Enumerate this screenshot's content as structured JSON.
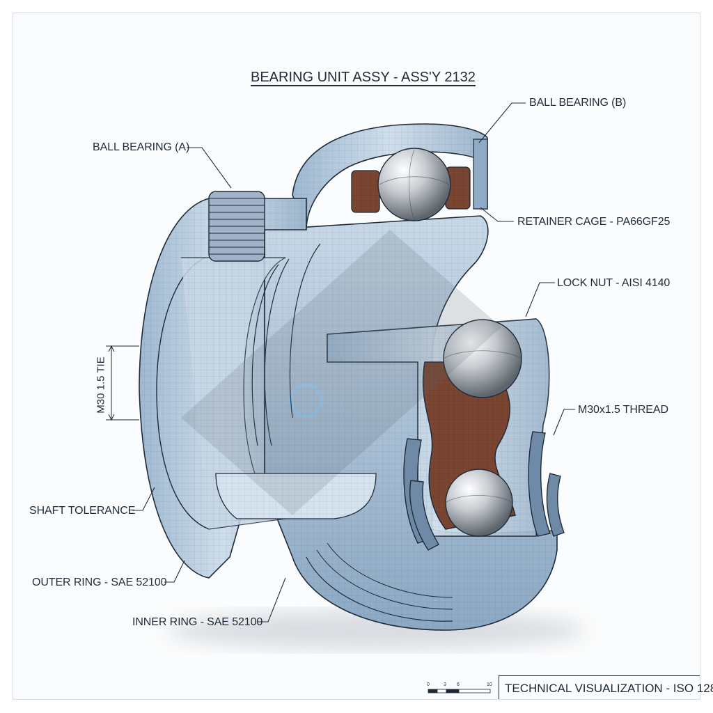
{
  "title": "BEARING UNIT ASSY - ASS'Y 2132",
  "labels": {
    "ball_bearing_a": "BALL BEARING (A)",
    "ball_bearing_b": "BALL BEARING (B)",
    "retainer_cage": "RETAINER CAGE - PA66GF25",
    "lock_nut": "LOCK NUT - AISI 4140",
    "thread": "M30x1.5 THREAD",
    "shaft_tolerance": "SHAFT TOLERANCE",
    "outer_ring": "OUTER RING - SAE 52100",
    "inner_ring": "INNER RING - SAE 52100",
    "dimension": "M30 1.5 TIE"
  },
  "title_block": "TECHNICAL VISUALIZATION - ISO 128",
  "scale_bar": {
    "ticks": [
      "0",
      "3",
      "6",
      "10"
    ]
  },
  "colors": {
    "line": "#1f2a38",
    "ring_fill": "#b9cde0",
    "ring_dark": "#8fabc6",
    "cage": "#7a4632",
    "ball": "#c7cbd0"
  }
}
